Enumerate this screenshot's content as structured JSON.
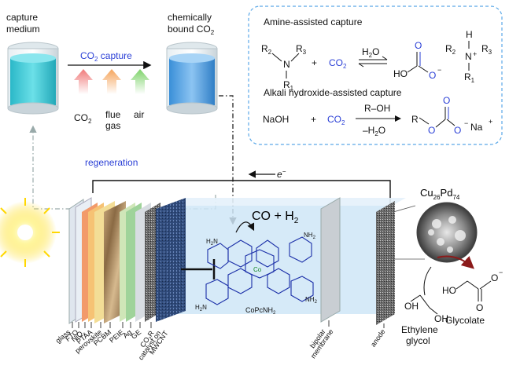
{
  "top": {
    "capture_medium": [
      "capture",
      "medium"
    ],
    "chemically_bound": [
      "chemically",
      "bound CO"
    ],
    "chemically_bound_sub": "2",
    "co2_capture": "CO",
    "co2_capture_sub": "2",
    "co2_capture_tail": " capture",
    "sources": [
      "CO",
      "flue",
      "gas",
      "air"
    ],
    "sources_sub": "2",
    "regeneration": "regeneration",
    "electron": "e",
    "electron_sup": "−"
  },
  "box": {
    "amine_title": "Amine-assisted capture",
    "alkali_title": "Alkali hydroxide-assisted capture",
    "r1": "R",
    "r2": "R",
    "r3": "R",
    "n": "N",
    "plus": "+",
    "co2": "CO",
    "co2_sub": "2",
    "h2o": "H",
    "h2o_tail": "O",
    "h2o_sub": "2",
    "ho": "HO",
    "o": "O",
    "minus": "−",
    "h": "H",
    "nplus": "+",
    "naoh": "NaOH",
    "roh": "R–OH",
    "minus_h2o": "–H",
    "minus_h2o_tail": "O",
    "r": "R",
    "na": "Na",
    "subs": [
      "1",
      "2",
      "3"
    ]
  },
  "cell": {
    "product": "CO + H",
    "product_sub": "2",
    "catalyst_name": "CoPcNH",
    "catalyst_sub": "2",
    "nh2": "NH",
    "h2n": "H",
    "h2n_tail": "N",
    "co": "Co",
    "n_atom": "N",
    "layers": [
      "glass",
      "FTO",
      "NiO",
      "PTAA",
      "perovskite",
      "PCBM",
      "PEIE",
      "Ag",
      "GE",
      "CO",
      "catalyst on",
      "MWCNT"
    ],
    "nio_sub": "x",
    "co2r_sub": "2",
    "co2r_tail": "R",
    "bipolar": [
      "bipolar",
      "membrane"
    ],
    "anode": "anode"
  },
  "right": {
    "cu_pd": "Cu",
    "cu_sub": "26",
    "pd": "Pd",
    "pd_sub": "74",
    "ethylene": [
      "Ethylene",
      "glycol"
    ],
    "glycolate": "Glycolate",
    "oh": "OH",
    "ho": "HO",
    "o": "O",
    "minus": "−"
  },
  "colors": {
    "liquid_left": "#3cc9d6",
    "liquid_right": "#5aa8e8",
    "accent_blue": "#2a3fd6",
    "box_border": "#5aa8e8",
    "electrolyte": "#cfe6f7",
    "arrow_co2": "#f07a7a",
    "arrow_flue": "#f5a55c",
    "arrow_air": "#7ed36a",
    "dark_red_arrow": "#8b1a1a"
  }
}
